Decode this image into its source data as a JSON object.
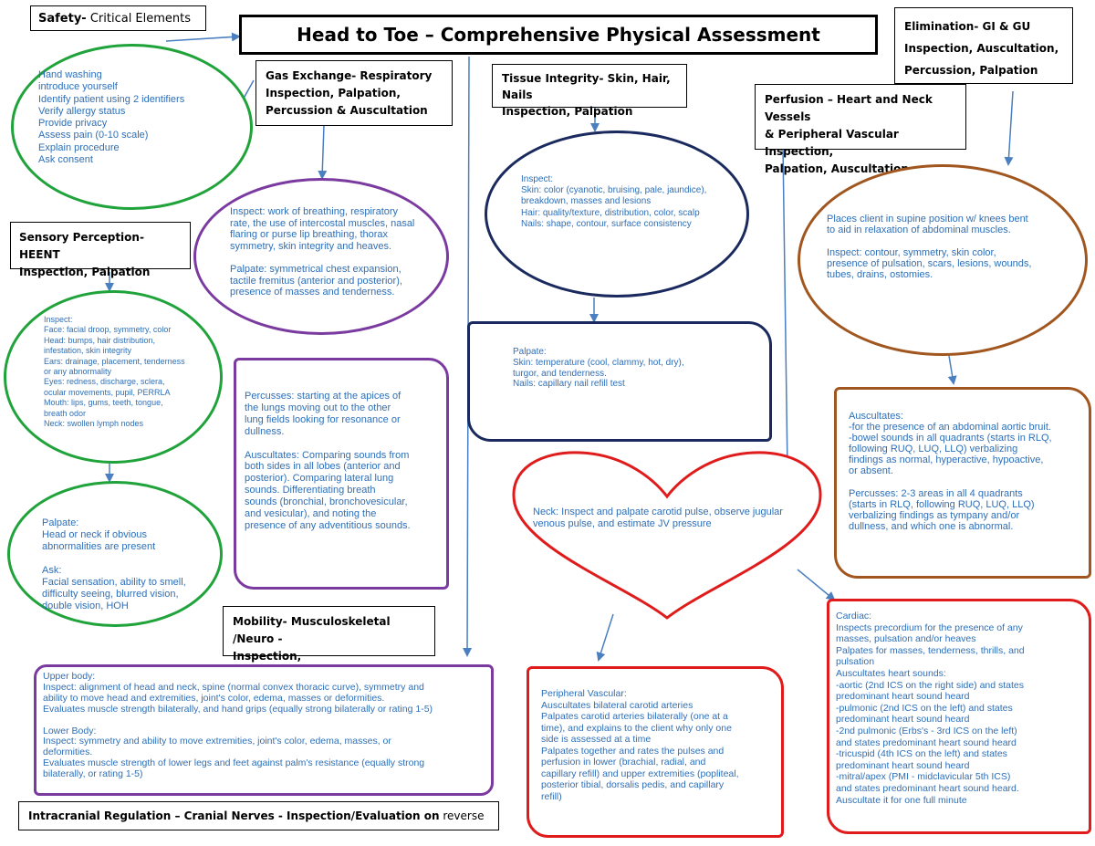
{
  "title": "Head to Toe – Comprehensive Physical Assessment",
  "colors": {
    "text_blue": "#2e6fb8",
    "green": "#1fa33a",
    "purple": "#7a3aa0",
    "navy": "#1a2a5e",
    "red": "#e01b1b",
    "brown": "#a0561e",
    "arrow": "#4a7fc0"
  },
  "safety": {
    "label_bold": "Safety-",
    "label_rest": " Critical Elements",
    "items": "Hand washing\nintroduce yourself\nIdentify patient using 2 identifiers\nVerify allergy status\nProvide privacy\nAssess pain (0-10 scale)\nExplain procedure\nAsk consent"
  },
  "sensory": {
    "label": "Sensory Perception- HEENT\nInspection, Palpation",
    "inspect": "Inspect:\nFace: facial droop, symmetry, color\nHead: bumps, hair distribution,\ninfestation, skin integrity\nEars: drainage, placement, tenderness\nor any abnormality\nEyes: redness, discharge, sclera,\nocular movements, pupil, PERRLA\nMouth: lips, gums, teeth, tongue,\nbreath odor\nNeck: swollen lymph nodes",
    "palpate": "Palpate:\nHead or neck if obvious\nabnormalities are present\n\nAsk:\nFacial sensation, ability to smell,\ndifficulty seeing, blurred vision,\ndouble vision, HOH"
  },
  "gas": {
    "label": "Gas Exchange- Respiratory\nInspection, Palpation,\nPercussion & Auscultation",
    "inspect": "Inspect: work of breathing, respiratory\nrate, the use of intercostal muscles, nasal\nflaring or purse lip breathing, thorax\nsymmetry, skin integrity and heaves.\n\nPalpate: symmetrical chest expansion,\ntactile fremitus (anterior and posterior),\npresence of masses and tenderness.",
    "percuss": "Percusses: starting at the apices of\nthe lungs moving out to the other\nlung fields looking for resonance or\ndullness.\n\nAuscultates: Comparing sounds from\nboth sides in all lobes (anterior and\nposterior). Comparing lateral lung\nsounds. Differentiating breath\nsounds (bronchial, bronchovesicular,\nand vesicular), and noting the\npresence of any adventitious sounds."
  },
  "tissue": {
    "label": "Tissue Integrity- Skin, Hair, Nails\nInspection, Palpation",
    "inspect": "Inspect:\nSkin: color (cyanotic, bruising, pale, jaundice),\nbreakdown, masses and lesions\nHair: quality/texture, distribution, color, scalp\nNails: shape, contour, surface consistency",
    "palpate": "Palpate:\nSkin: temperature (cool, clammy, hot, dry),\nturgor, and tenderness.\nNails: capillary nail refill test"
  },
  "perfusion": {
    "label": "Perfusion – Heart and Neck Vessels\n& Peripheral Vascular Inspection,\nPalpation, Auscultation",
    "neck": "Neck: Inspect and palpate carotid pulse, observe jugular\nvenous pulse, and estimate JV pressure",
    "peripheral": "Peripheral Vascular:\nAuscultates bilateral carotid arteries\nPalpates carotid arteries bilaterally (one at a\ntime), and explains to the client why only one\nside is assessed at a time\nPalpates together and rates the pulses and\nperfusion in lower (brachial, radial, and\ncapillary refill) and upper extremities (popliteal,\nposterior tibial, dorsalis pedis, and capillary\nrefill)",
    "cardiac": "Cardiac:\nInspects precordium for the presence of any\nmasses, pulsation and/or heaves\nPalpates for masses, tenderness, thrills, and\npulsation\nAuscultates heart sounds:\n-aortic (2nd ICS on the right side) and states\npredominant heart sound heard\n-pulmonic (2nd ICS on the left) and states\npredominant heart sound heard\n-2nd pulmonic (Erbs's - 3rd ICS on the left)\nand states predominant heart sound heard\n-tricuspid (4th ICS on the left) and states\npredominant heart sound heard\n-mitral/apex (PMI - midclavicular 5th ICS)\nand states predominant heart sound heard.\nAuscultate it for one full minute"
  },
  "elimination": {
    "label": "Elimination- GI & GU\nInspection, Auscultation,\nPercussion, Palpation",
    "inspect": "Places client in supine position w/ knees bent\nto aid in relaxation of abdominal muscles.\n\nInspect: contour, symmetry, skin color,\npresence of pulsation, scars, lesions, wounds,\ntubes, drains, ostomies.",
    "auscultate": "Auscultates:\n-for the presence of an abdominal aortic bruit.\n-bowel sounds in all quadrants (starts in RLQ,\nfollowing RUQ, LUQ, LLQ) verbalizing\nfindings as normal, hyperactive, hypoactive,\nor absent.\n\nPercusses: 2-3 areas in all 4 quadrants\n(starts in RLQ, following RUQ, LUQ, LLQ)\nverbalizing findings as tympany and/or\ndullness, and which one is abnormal."
  },
  "mobility": {
    "label": "Mobility- Musculoskeletal /Neuro -\nInspection, Palpation/Evaluation",
    "text": "Upper body:\nInspect: alignment of head and neck, spine (normal convex thoracic curve), symmetry and\nability to move head and extremities, joint's color, edema, masses or deformities.\nEvaluates muscle strength bilaterally, and hand grips (equally strong bilaterally or rating 1-5)\n\nLower Body:\nInspect: symmetry and ability to move extremities, joint's color, edema, masses, or\ndeformities.\nEvaluates muscle strength of lower legs and feet against palm's resistance (equally strong\nbilaterally, or rating 1-5)"
  },
  "intracranial": {
    "label_bold": "Intracranial Regulation – Cranial Nerves - Inspection/Evaluation on",
    "label_rest": " reverse"
  }
}
